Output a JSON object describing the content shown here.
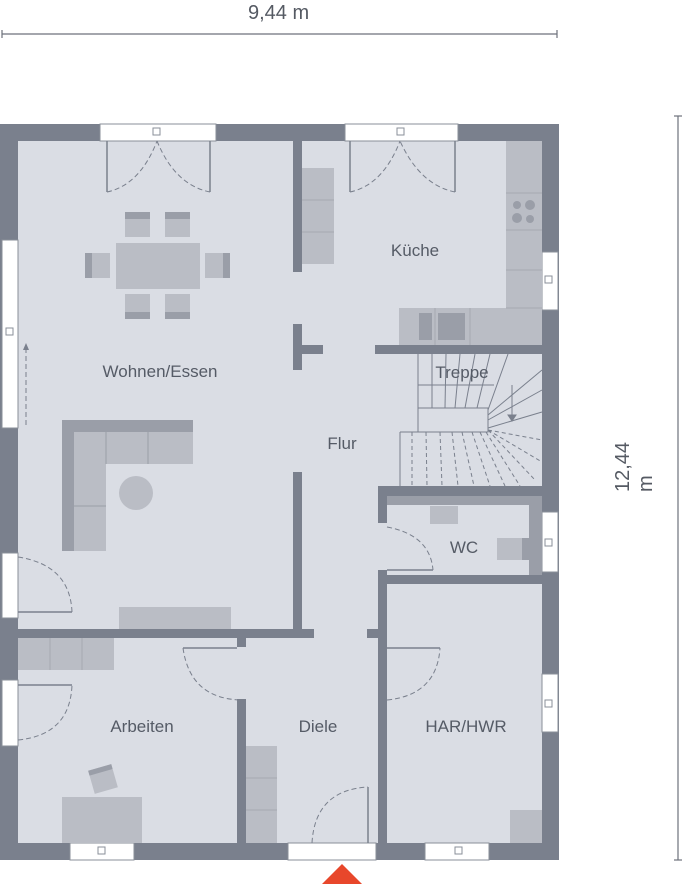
{
  "dimensions": {
    "width_label": "9,44 m",
    "height_label": "12,44 m"
  },
  "colors": {
    "wall": "#7a808d",
    "floor": "#dadde4",
    "furniture": "#babdc5",
    "furniture_dark": "#9a9ea8",
    "line": "#6d727c",
    "entrance_marker": "#e8472b"
  },
  "rooms": [
    {
      "id": "wohnen",
      "label": "Wohnen/Essen"
    },
    {
      "id": "kueche",
      "label": "Küche"
    },
    {
      "id": "treppe",
      "label": "Treppe"
    },
    {
      "id": "flur",
      "label": "Flur"
    },
    {
      "id": "wc",
      "label": "WC"
    },
    {
      "id": "arbeiten",
      "label": "Arbeiten"
    },
    {
      "id": "diele",
      "label": "Diele"
    },
    {
      "id": "har",
      "label": "HAR/HWR"
    }
  ]
}
